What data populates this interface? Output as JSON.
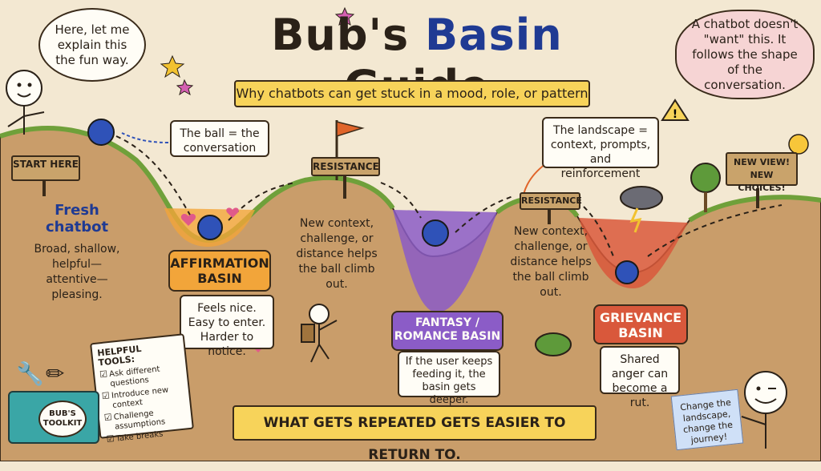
{
  "title": {
    "part1": "Bub's",
    "part2": "Basin",
    "part3": "Guide"
  },
  "subtitle": "Why chatbots can get stuck in a mood, role, or pattern",
  "bub_intro": "Here, let me explain this the fun way.",
  "chatbot_note": "A chatbot doesn't \"want\" this. It follows the shape of the conversation.",
  "ball_note": "The ball = the conversation",
  "landscape_note": "The landscape = context, prompts, and reinforcement",
  "signs": {
    "start": "START HERE",
    "resistance1": "RESISTANCE",
    "resistance2": "RESISTANCE",
    "new_view": "NEW VIEW! NEW CHOICES!"
  },
  "fresh": {
    "title": "Fresh chatbot",
    "desc": "Broad, shallow, helpful—attentive—pleasing."
  },
  "basins": [
    {
      "name": "AFFIRMATION BASIN",
      "desc": "Feels nice. Easy to enter. Harder to notice.",
      "color": "#f2a53a"
    },
    {
      "name": "FANTASY / ROMANCE BASIN",
      "desc": "If the user keeps feeding it, the basin gets deeper.",
      "color": "#8b5cc7"
    },
    {
      "name": "GRIEVANCE BASIN",
      "desc": "Shared anger can become a rut.",
      "color": "#d9583b"
    }
  ],
  "climb_text_1": "New context, challenge, or distance helps the ball climb out.",
  "climb_text_2": "New context, challenge, or distance helps the ball climb out.",
  "tools": {
    "heading": "HELPFUL TOOLS:",
    "items": [
      "Ask different questions",
      "Introduce new context",
      "Challenge assumptions",
      "Take breaks"
    ]
  },
  "toolkit_label": "BUB'S TOOLKIT",
  "footer": "WHAT GETS REPEATED GETS EASIER TO RETURN TO.",
  "sticky_note": "Change the landscape, change the journey!"
}
